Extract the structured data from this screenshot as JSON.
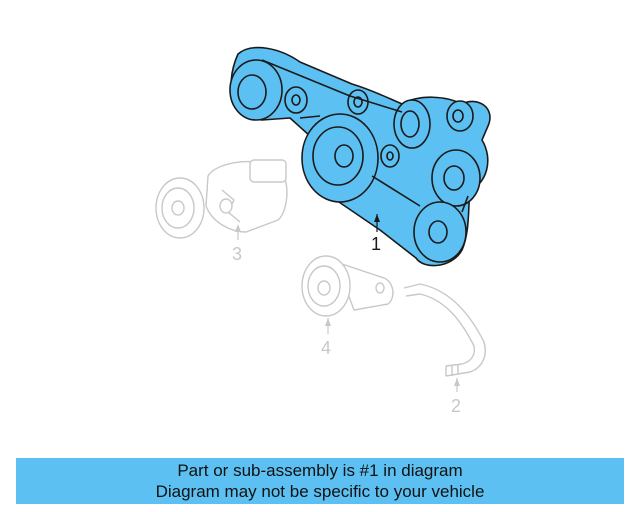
{
  "diagram": {
    "callouts": {
      "c1": "1",
      "c2": "2",
      "c3": "3",
      "c4": "4"
    },
    "highlight_color": "#5cc1f2",
    "ghost_color": "#c8c8c8"
  },
  "banner": {
    "line1": "Part or sub-assembly is #1 in diagram",
    "line2": "Diagram may not be specific to your vehicle",
    "background": "#5cc1f2"
  }
}
